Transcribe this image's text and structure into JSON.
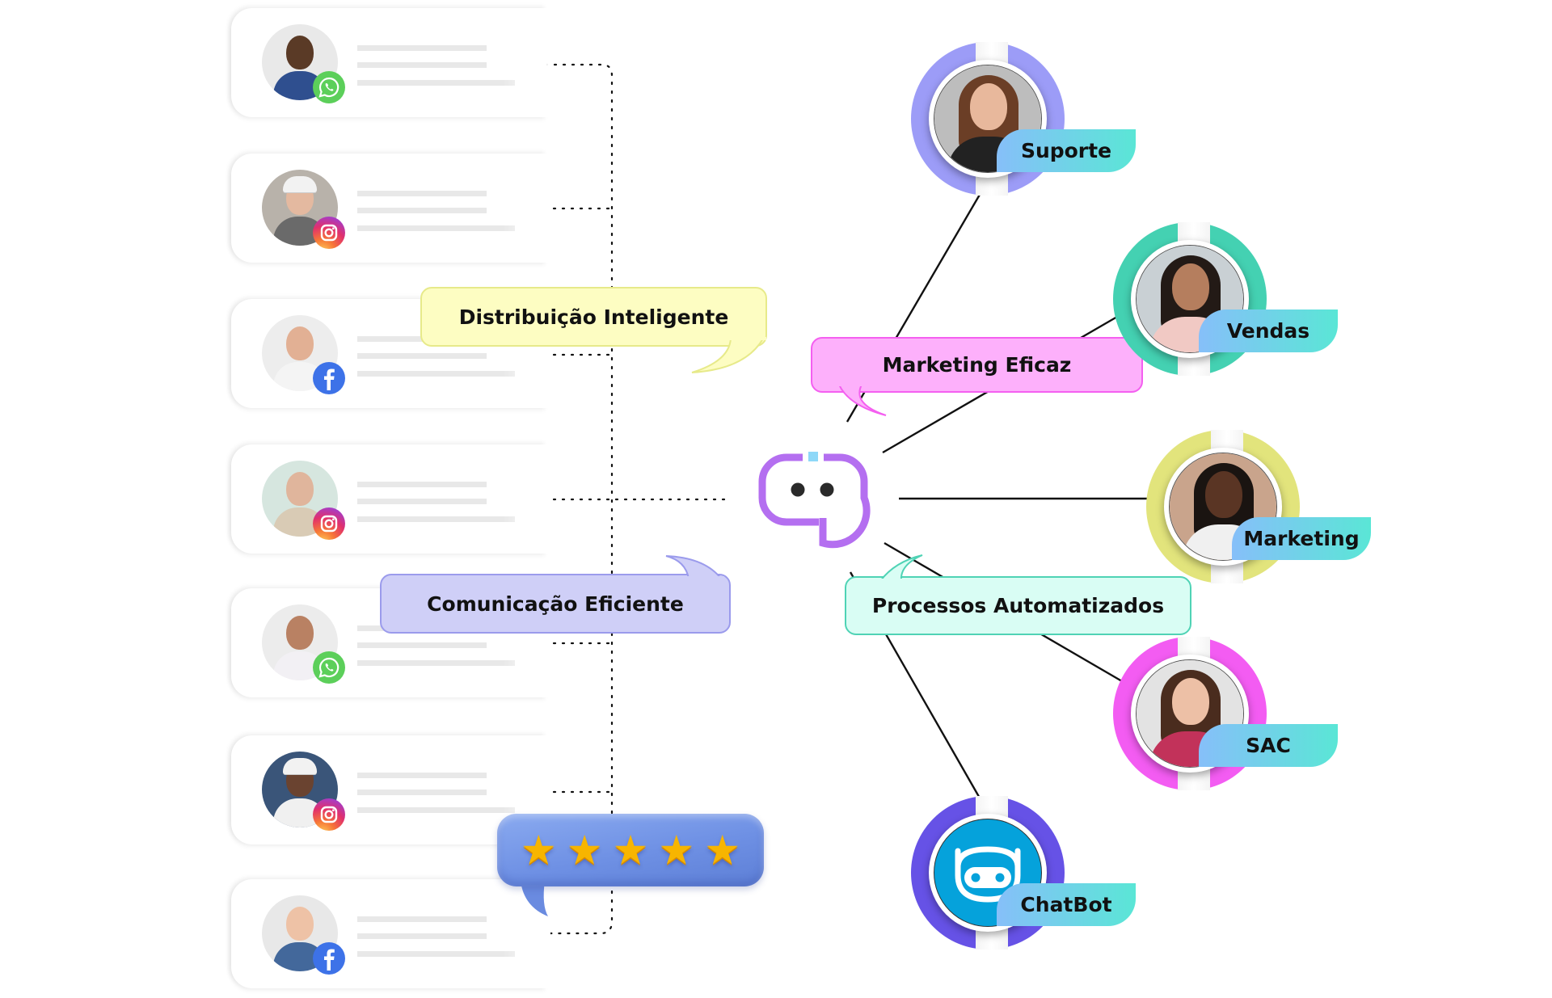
{
  "colors": {
    "connector": "#111111",
    "card_line": "#e8e8e8",
    "logo_purple": "#b46ff0",
    "logo_accent": "#8ed8f8",
    "label_gradient_start": "#86bff9",
    "label_gradient_end": "#5ae6d6"
  },
  "contacts": [
    {
      "name": "contact-1",
      "channel": "whatsapp",
      "channel_icon": "whatsapp-icon"
    },
    {
      "name": "contact-2",
      "channel": "instagram",
      "channel_icon": "instagram-icon"
    },
    {
      "name": "contact-3",
      "channel": "facebook",
      "channel_icon": "facebook-icon"
    },
    {
      "name": "contact-4",
      "channel": "instagram",
      "channel_icon": "instagram-icon"
    },
    {
      "name": "contact-5",
      "channel": "whatsapp",
      "channel_icon": "whatsapp-icon"
    },
    {
      "name": "contact-6",
      "channel": "instagram",
      "channel_icon": "instagram-icon"
    },
    {
      "name": "contact-7",
      "channel": "facebook",
      "channel_icon": "facebook-icon"
    }
  ],
  "bubbles": {
    "distribuicao": {
      "text": "Distribuição Inteligente",
      "fill": "#fdfdc2",
      "border": "#e7ea8a"
    },
    "marketing_eficaz": {
      "text": "Marketing Eficaz",
      "fill": "#fdb0fb",
      "border": "#f45ff0"
    },
    "comunicacao": {
      "text": "Comunicação Eficiente",
      "fill": "#cfcff7",
      "border": "#9b9bec"
    },
    "processos": {
      "text": "Processos Automatizados",
      "fill": "#d9fdf4",
      "border": "#4fd3b5"
    }
  },
  "rating": {
    "stars": 5,
    "max": 5,
    "glyph": "★"
  },
  "center_logo": {
    "icon": "chat-bot-logo-icon"
  },
  "agents": [
    {
      "label": "Suporte",
      "ring_color": "#9c9cf7"
    },
    {
      "label": "Vendas",
      "ring_color": "#44d1b2"
    },
    {
      "label": "Marketing",
      "ring_color": "#e2e47c"
    },
    {
      "label": "SAC",
      "ring_color": "#f35cf2"
    },
    {
      "label": "ChatBot",
      "ring_color": "#6652e6"
    }
  ]
}
